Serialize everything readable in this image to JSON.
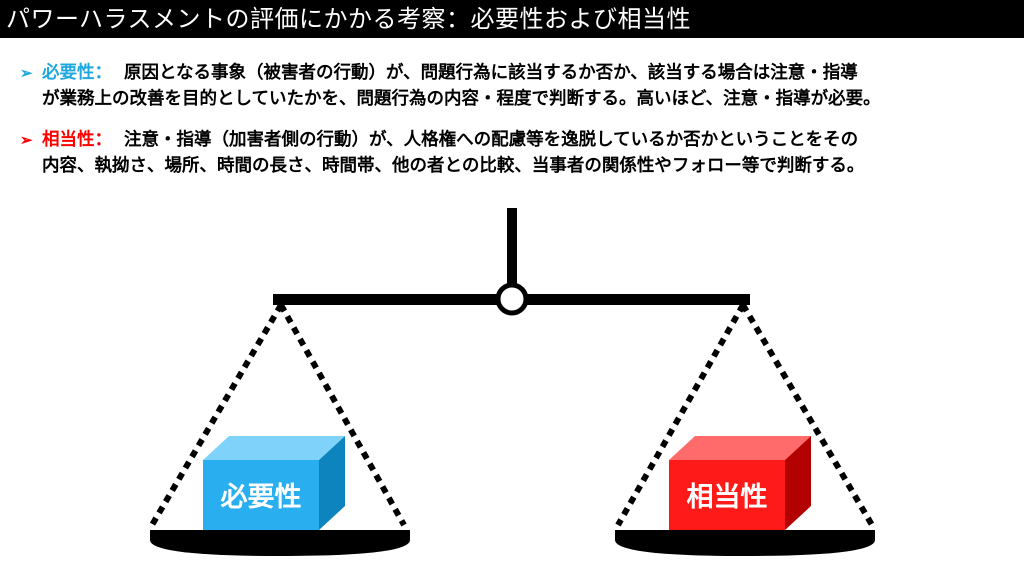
{
  "title": "パワーハラスメントの評価にかかる考察：必要性および相当性",
  "bullets": [
    {
      "term": "必要性：",
      "line1": "原因となる事象（被害者の行動）が、問題行為に該当するか否か、該当する場合は注意・指導",
      "line2": "が業務上の改善を目的としていたかを、問題行為の内容・程度で判断する。高いほど、注意・指導が必要。",
      "color": "#1fa8e0"
    },
    {
      "term": "相当性：",
      "line1": "注意・指導（加害者側の行動）が、人格権への配慮等を逸脱しているか否かということをその",
      "line2": "内容、執拗さ、場所、時間の長さ、時間帯、他の者との比較、当事者の関係性やフォロー等で判断する。",
      "color": "#ff0000"
    }
  ],
  "scale": {
    "left_box_label": "必要性",
    "right_box_label": "相当性",
    "left_box_color": "#29aef0",
    "right_box_color": "#ff1a1a"
  }
}
